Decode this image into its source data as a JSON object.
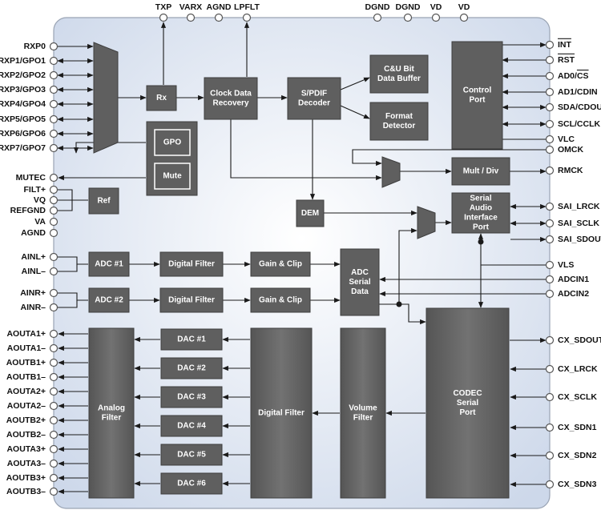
{
  "top_pins": [
    "TXP",
    "VARX",
    "AGND",
    "LPFLT",
    "DGND",
    "DGND",
    "VD",
    "VD"
  ],
  "left_pins": [
    "RXP0",
    "RXP1/GPO1",
    "RXP2/GPO2",
    "RXP3/GPO3",
    "RXP4/GPO4",
    "RXP5/GPO5",
    "RXP6/GPO6",
    "RXP7/GPO7",
    "MUTEC",
    "FILT+",
    "VQ",
    "REFGND",
    "VA",
    "AGND",
    "AINL+",
    "AINL–",
    "AINR+",
    "AINR–",
    "AOUTA1+",
    "AOUTA1–",
    "AOUTB1+",
    "AOUTB1–",
    "AOUTA2+",
    "AOUTA2–",
    "AOUTB2+",
    "AOUTB2–",
    "AOUTA3+",
    "AOUTA3–",
    "AOUTB3+",
    "AOUTB3–"
  ],
  "right_pins": [
    "INT",
    "RST",
    "AD0/CS",
    "AD1/CDIN",
    "SDA/CDOUT",
    "SCL/CCLK",
    "VLC",
    "OMCK",
    "RMCK",
    "SAI_LRCK",
    "SAI_SCLK",
    "SAI_SDOUT",
    "VLS",
    "ADCIN1",
    "ADCIN2",
    "CX_SDOUT",
    "CX_LRCK",
    "CX_SCLK",
    "CX_SDN1",
    "CX_SDN2",
    "CX_SDN3"
  ],
  "blocks": {
    "rx": "Rx",
    "clock_data_recovery": [
      "Clock Data",
      "Recovery"
    ],
    "spdif_decoder": [
      "S/PDIF",
      "Decoder"
    ],
    "cu_bit_buffer": [
      "C&U Bit",
      "Data Buffer"
    ],
    "format_detector": [
      "Format",
      "Detector"
    ],
    "control_port": [
      "Control",
      "Port"
    ],
    "gpo": "GPO",
    "mute": "Mute",
    "ref": "Ref",
    "dem": "DEM",
    "mult_div": "Mult / Div",
    "serial_audio_interface_port": [
      "Serial",
      "Audio",
      "Interface",
      "Port"
    ],
    "adc1": "ADC #1",
    "adc2": "ADC #2",
    "digital_filter_1": "Digital Filter",
    "digital_filter_2": "Digital Filter",
    "gain_clip_1": "Gain & Clip",
    "gain_clip_2": "Gain & Clip",
    "adc_serial_data": [
      "ADC",
      "Serial",
      "Data"
    ],
    "analog_filter": [
      "Analog",
      "Filter"
    ],
    "dacs": [
      "DAC #1",
      "DAC #2",
      "DAC #3",
      "DAC #4",
      "DAC #5",
      "DAC #6"
    ],
    "digital_filter_dac": "Digital Filter",
    "volume_filter": [
      "Volume",
      "Filter"
    ],
    "codec_serial_port": [
      "CODEC",
      "Serial",
      "Port"
    ]
  },
  "colors": {
    "block": "#5f5f5f",
    "chip": "#dfe6f1",
    "pin": "#ffffff",
    "wire": "#1a1a1a"
  }
}
